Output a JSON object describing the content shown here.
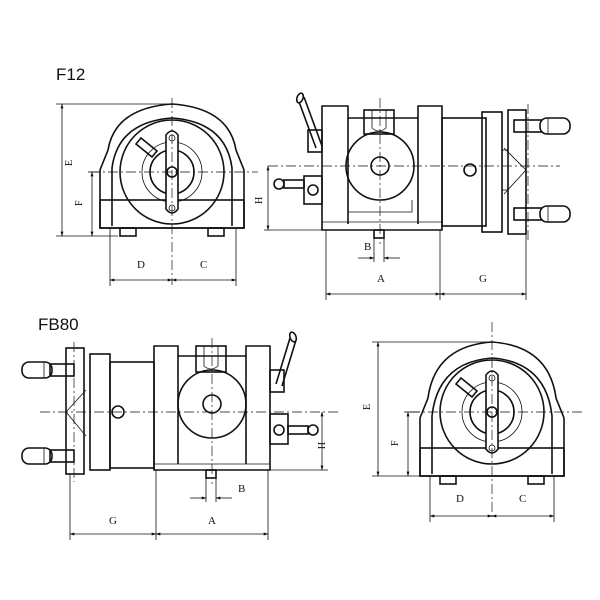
{
  "titles": {
    "f12": "F12",
    "fb80": "FB80"
  },
  "dimensions": {
    "f12_front": {
      "E": "E",
      "F": "F",
      "D": "D",
      "C": "C"
    },
    "f12_side": {
      "H": "H",
      "B": "B",
      "A": "A",
      "G": "G"
    },
    "fb80_side": {
      "H": "H",
      "B": "B",
      "A": "A",
      "G": "G"
    },
    "fb80_front": {
      "E": "E",
      "F": "F",
      "D": "D",
      "C": "C"
    }
  }
}
